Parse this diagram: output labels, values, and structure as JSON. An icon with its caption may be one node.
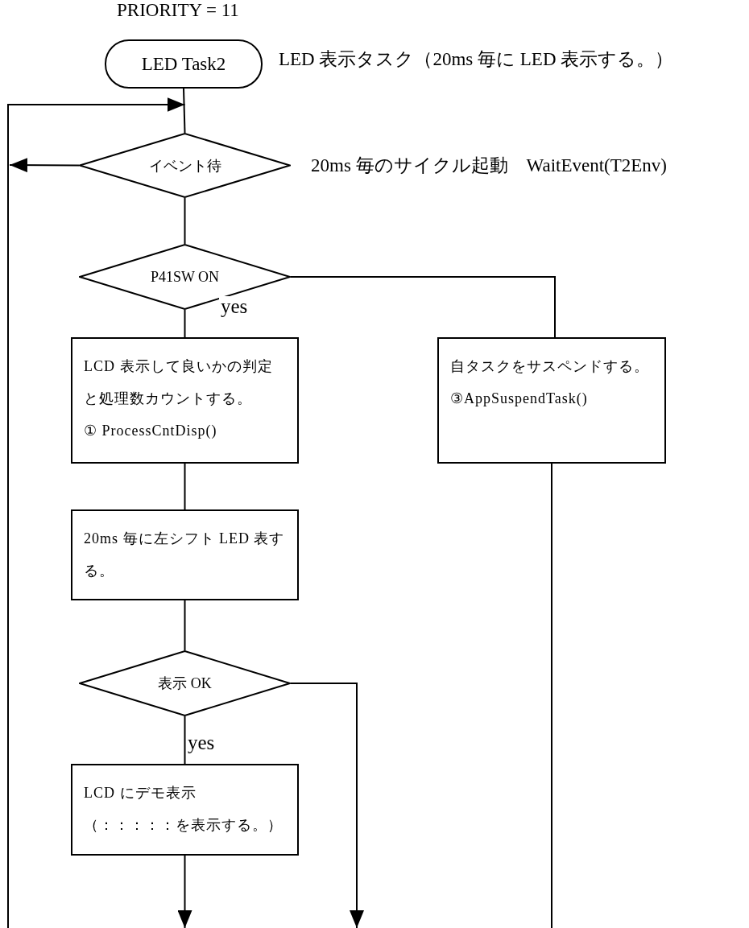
{
  "diagram": {
    "nodes": [
      {
        "text": [
          "LED Task2"
        ],
        "beside": [
          "PRIORITY = 11",
          "LED 表示タスク（20ms 毎に LED 表示する。）"
        ]
      },
      {
        "text": [
          "イベント待"
        ],
        "beside": [
          "20ms 毎のサイクル起動　WaitEvent(T2Env)"
        ]
      },
      {
        "text": [
          "P41SW ON"
        ]
      },
      {
        "text": [
          "LCD 表示して良いかの判定と処理数カウントする。",
          "① ProcessCntDisp()"
        ]
      },
      {
        "text": [
          "自タスクをサスペンドする。",
          "③AppSuspendTask()"
        ]
      },
      {
        "text": [
          "20ms 毎に左シフト LED 表する。"
        ]
      },
      {
        "text": [
          "表示 OK"
        ]
      },
      {
        "text": [
          "LCD にデモ表示",
          "（：：：：：を表示する。）"
        ]
      }
    ],
    "edges": [
      {
        "from": 0,
        "to": 1,
        "arrow": "none"
      },
      {
        "from": null,
        "to": 1,
        "arrow": "to"
      },
      {
        "from": 1,
        "to": null,
        "arrow": "to"
      },
      {
        "from": 1,
        "to": 2,
        "arrow": "none"
      },
      {
        "from": 2,
        "to": 3,
        "arrow": "none",
        "label": "yes"
      },
      {
        "from": 2,
        "to": 4,
        "arrow": "none"
      },
      {
        "from": 3,
        "to": 5,
        "arrow": "none"
      },
      {
        "from": 4,
        "to": null,
        "arrow": "none"
      },
      {
        "from": 5,
        "to": 6,
        "arrow": "none"
      },
      {
        "from": 6,
        "to": 7,
        "arrow": "none",
        "label": "yes"
      },
      {
        "from": 6,
        "to": null,
        "arrow": "to"
      },
      {
        "from": 7,
        "to": null,
        "arrow": "to"
      }
    ]
  }
}
